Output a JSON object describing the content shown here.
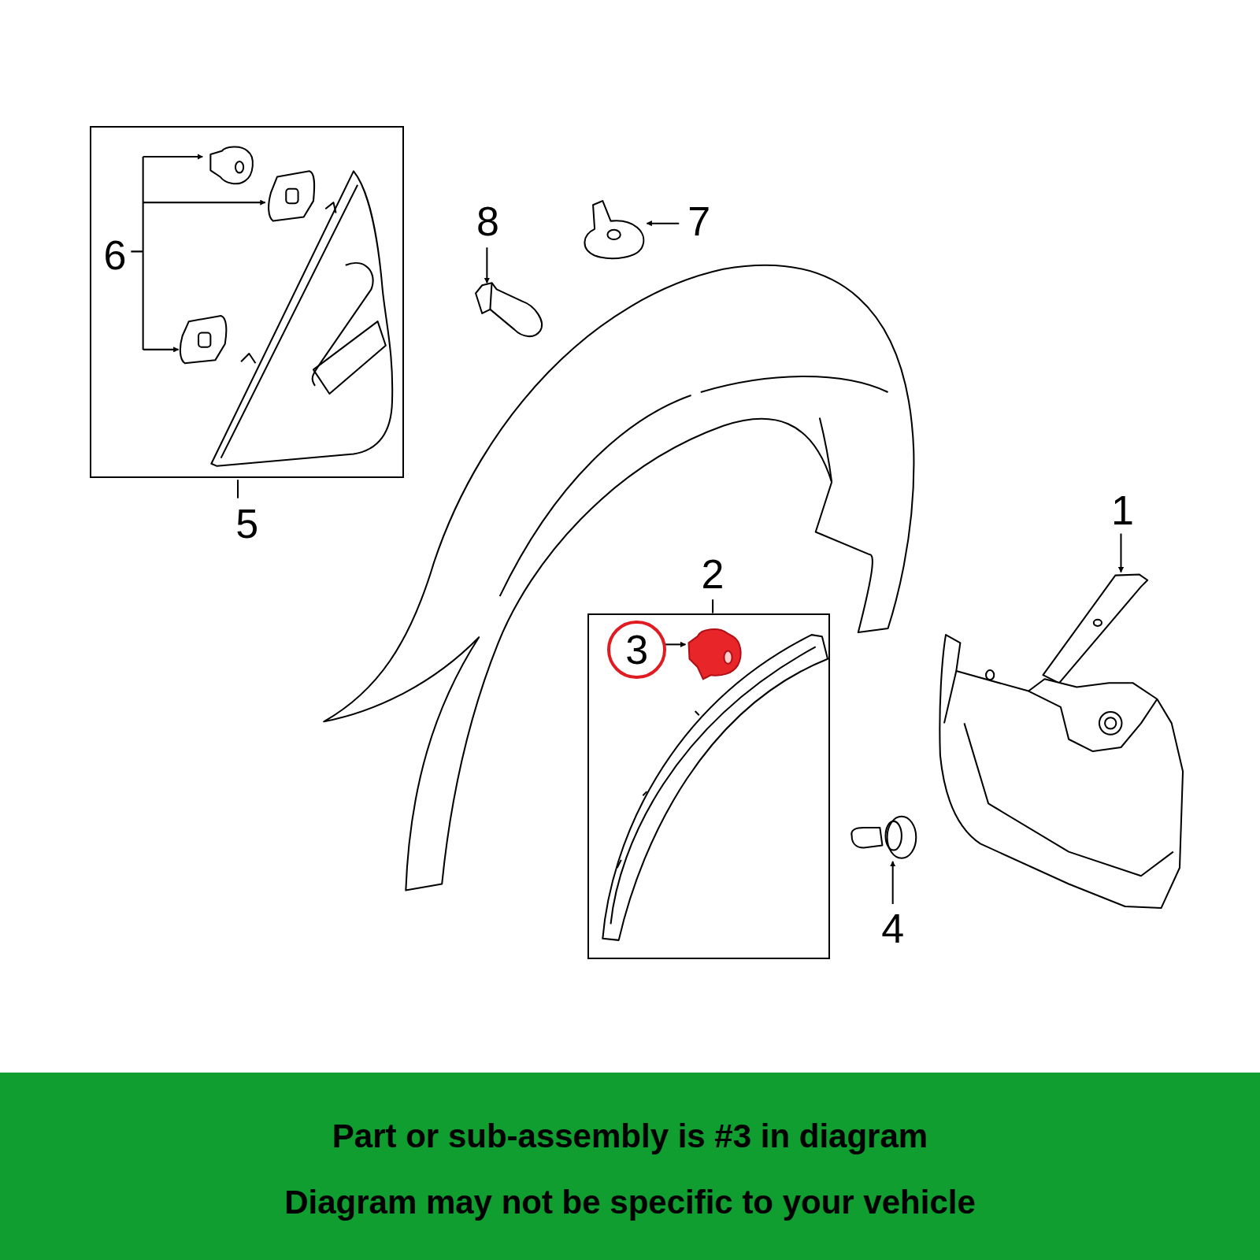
{
  "diagram": {
    "nodes": [
      {
        "text": [
          "5"
        ]
      },
      {
        "text": [
          "2"
        ]
      },
      {
        "text": [
          "3"
        ],
        "in": 1
      },
      {
        "text": [
          "Part or sub-assembly is #3 in diagram",
          "Diagram may not be specific to your vehicle"
        ]
      }
    ],
    "labels": [
      "6",
      "8",
      "7",
      "1",
      "4"
    ]
  }
}
